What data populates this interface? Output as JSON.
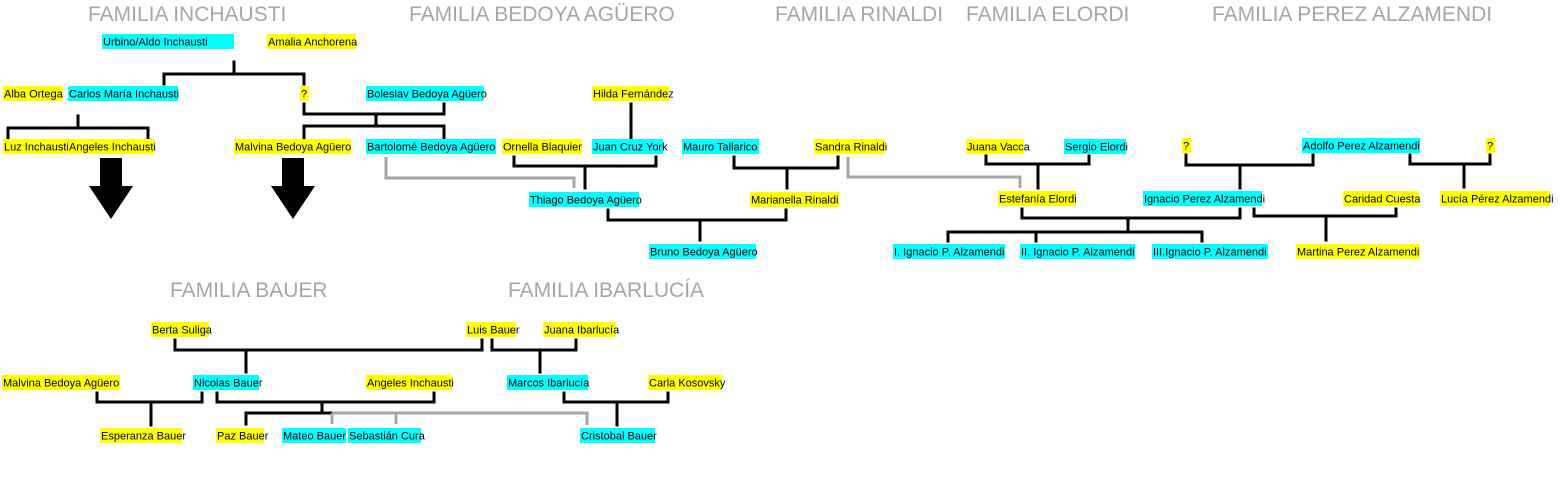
{
  "palette": {
    "male": "#00ffff",
    "female": "#ffff00",
    "line": "#000000",
    "link": "#a6a6a6",
    "title": "#a6a6a6"
  },
  "families": [
    {
      "id": "inchausti",
      "text": "FAMILIA INCHAUSTI"
    },
    {
      "id": "bedoya-aguero",
      "text": "FAMILIA BEDOYA AGÜERO"
    },
    {
      "id": "rinaldi",
      "text": "FAMILIA RINALDI"
    },
    {
      "id": "elordi",
      "text": "FAMILIA  ELORDI"
    },
    {
      "id": "perez-alzamendi",
      "text": "FAMILIA  PEREZ ALZAMENDI"
    },
    {
      "id": "bauer",
      "text": "FAMILIA BAUER"
    },
    {
      "id": "ibarlucia",
      "text": "FAMILIA IBARLUCÍA"
    }
  ],
  "people": [
    {
      "id": "urbino",
      "name": "Urbino/Aldo Inchausti",
      "gender": "male"
    },
    {
      "id": "amalia",
      "name": "Amalia Anchorena",
      "gender": "female"
    },
    {
      "id": "alba",
      "name": "Alba Ortega",
      "gender": "female"
    },
    {
      "id": "carlos",
      "name": "Carlos María Inchausti",
      "gender": "male"
    },
    {
      "id": "unknown1",
      "name": "?",
      "gender": "female"
    },
    {
      "id": "boleslav",
      "name": "Boleslav Bedoya Agüero",
      "gender": "male"
    },
    {
      "id": "hilda",
      "name": "Hilda Fernández",
      "gender": "female"
    },
    {
      "id": "luz",
      "name": "Luz Inchausti",
      "gender": "female"
    },
    {
      "id": "angeles1",
      "name": "Angeles Inchausti",
      "gender": "female"
    },
    {
      "id": "malvina1",
      "name": "Malvina Bedoya  Agüero",
      "gender": "female"
    },
    {
      "id": "bartolome",
      "name": "Bartolomé Bedoya  Agüero",
      "gender": "male"
    },
    {
      "id": "ornella",
      "name": "Ornella Blaquier",
      "gender": "female"
    },
    {
      "id": "juancruz",
      "name": "Juan Cruz York",
      "gender": "male"
    },
    {
      "id": "mauro",
      "name": "Mauro Tallarico",
      "gender": "male"
    },
    {
      "id": "sandra",
      "name": "Sandra Rinaldi",
      "gender": "female"
    },
    {
      "id": "juana_v",
      "name": "Juana Vacca",
      "gender": "female"
    },
    {
      "id": "sergio",
      "name": "Sergio Elordi",
      "gender": "male"
    },
    {
      "id": "unknown2",
      "name": "?",
      "gender": "female"
    },
    {
      "id": "adolfo",
      "name": "Adolfo Perez Alzamendi",
      "gender": "male"
    },
    {
      "id": "unknown3",
      "name": "?",
      "gender": "female"
    },
    {
      "id": "thiago",
      "name": "Thiago Bedoya Agüero",
      "gender": "male"
    },
    {
      "id": "marianella",
      "name": "Marianella Rinaldi",
      "gender": "female"
    },
    {
      "id": "estefania",
      "name": "Estefanía Elordi",
      "gender": "female"
    },
    {
      "id": "ignacio",
      "name": "Ignacio Perez Alzamendi",
      "gender": "male"
    },
    {
      "id": "caridad",
      "name": "Caridad Cuesta",
      "gender": "female"
    },
    {
      "id": "lucia",
      "name": "Lucía Pérez Alzamendi",
      "gender": "female"
    },
    {
      "id": "bruno",
      "name": "Bruno Bedoya Agüero",
      "gender": "male"
    },
    {
      "id": "ignacio1",
      "name": "I. Ignacio P. Alzamendi",
      "gender": "male"
    },
    {
      "id": "ignacio2",
      "name": "II. Ignacio P. Alzamendi",
      "gender": "male"
    },
    {
      "id": "ignacio3",
      "name": "III.Ignacio P. Alzamendi",
      "gender": "male"
    },
    {
      "id": "martina",
      "name": "Martina Perez Alzamendi",
      "gender": "female"
    },
    {
      "id": "berta",
      "name": "Berta Suliga",
      "gender": "female"
    },
    {
      "id": "luis",
      "name": "Luis Bauer",
      "gender": "female"
    },
    {
      "id": "juana_i",
      "name": "Juana Ibarlucía",
      "gender": "female"
    },
    {
      "id": "malvina2",
      "name": "Malvina Bedoya  Agüero",
      "gender": "female"
    },
    {
      "id": "nicolas",
      "name": "Nicolas Bauer",
      "gender": "male"
    },
    {
      "id": "angeles2",
      "name": "Angeles Inchausti",
      "gender": "female"
    },
    {
      "id": "marcos",
      "name": "Marcos Ibarlucía",
      "gender": "male"
    },
    {
      "id": "carla",
      "name": "Carla Kosovsky",
      "gender": "female"
    },
    {
      "id": "esperanza",
      "name": "Esperanza Bauer",
      "gender": "female"
    },
    {
      "id": "paz",
      "name": "Paz Bauer",
      "gender": "female"
    },
    {
      "id": "mateo",
      "name": "Mateo Bauer",
      "gender": "male"
    },
    {
      "id": "sebastian",
      "name": "Sebastián Cura",
      "gender": "male"
    },
    {
      "id": "cristobal",
      "name": "Cristobal Bauer",
      "gender": "male"
    }
  ]
}
